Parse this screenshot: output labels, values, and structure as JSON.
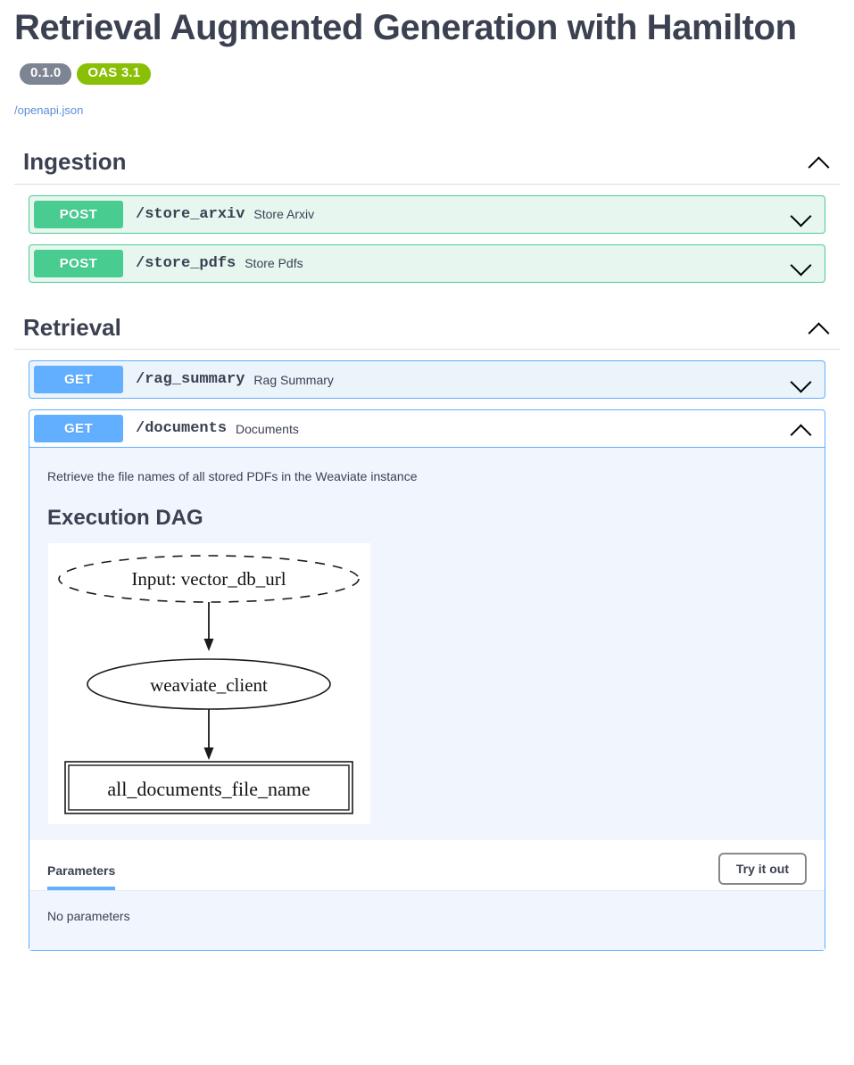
{
  "header": {
    "title": "Retrieval Augmented Generation with Hamilton",
    "version_badge": "0.1.0",
    "oas_badge": "OAS 3.1",
    "spec_url": "/openapi.json"
  },
  "colors": {
    "post_green": "#49cc90",
    "post_row_bg": "#e8f6f0",
    "get_blue": "#61affe",
    "get_row_bg": "#ebf3fb",
    "expanded_body_bg": "#f0f5fe",
    "version_badge_bg": "#7d8492",
    "oas_badge_bg": "#89bf04",
    "text": "#3b4151",
    "link": "#5b8dd9"
  },
  "sections": [
    {
      "name": "Ingestion",
      "collapse_icon": "chevron-up-icon",
      "expanded": true,
      "operations": [
        {
          "method": "POST",
          "path": "/store_arxiv",
          "summary": "Store Arxiv",
          "expand_icon": "chevron-down-icon",
          "expanded": false
        },
        {
          "method": "POST",
          "path": "/store_pdfs",
          "summary": "Store Pdfs",
          "expand_icon": "chevron-down-icon",
          "expanded": false
        }
      ]
    },
    {
      "name": "Retrieval",
      "collapse_icon": "chevron-up-icon",
      "expanded": true,
      "operations": [
        {
          "method": "GET",
          "path": "/rag_summary",
          "summary": "Rag Summary",
          "expand_icon": "chevron-down-icon",
          "expanded": false
        },
        {
          "method": "GET",
          "path": "/documents",
          "summary": "Documents",
          "expand_icon": "chevron-up-icon",
          "expanded": true,
          "description": "Retrieve the file names of all stored PDFs in the Weaviate instance",
          "dag_title": "Execution DAG",
          "dag": {
            "nodes": [
              {
                "id": "input",
                "label": "Input: vector_db_url",
                "shape": "dashed-ellipse"
              },
              {
                "id": "client",
                "label": "weaviate_client",
                "shape": "ellipse"
              },
              {
                "id": "output",
                "label": "all_documents_file_name",
                "shape": "double-rect"
              }
            ],
            "edges": [
              {
                "from": "input",
                "to": "client"
              },
              {
                "from": "client",
                "to": "output"
              }
            ]
          },
          "tabs": [
            {
              "label": "Parameters",
              "active": true
            }
          ],
          "try_it_out_label": "Try it out",
          "no_parameters_text": "No parameters"
        }
      ]
    }
  ]
}
